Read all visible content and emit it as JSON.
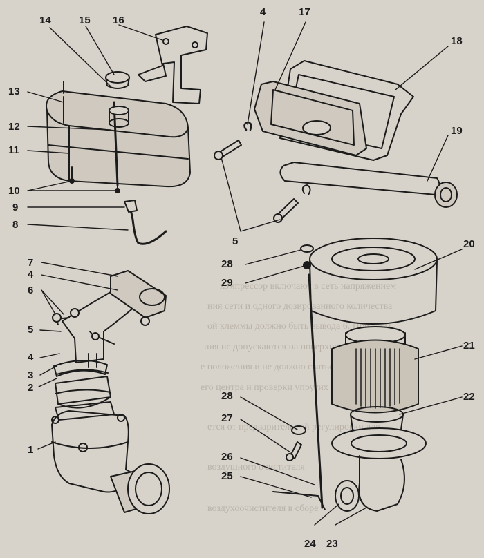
{
  "labels": [
    "1",
    "2",
    "3",
    "4",
    "5",
    "6",
    "7",
    "8",
    "9",
    "10",
    "11",
    "12",
    "13",
    "14",
    "15",
    "16",
    "17",
    "18",
    "19",
    "20",
    "21",
    "22",
    "23",
    "24",
    "25",
    "26",
    "27",
    "28",
    "29"
  ],
  "bleed_through": [
    "компрессор включают в сеть напряжением",
    "ния сети и одного дозированного количества",
    "ой клеммы должно быть вывода 6. При этом",
    "ния не допускаются на поверхности изоляции",
    "е положения и не должно сваться в течение",
    "его центра и проверки упругих элементов",
    "ется от предварительной регулировки для",
    "воздушного очистителя",
    "воздухоочистителя в сборе"
  ],
  "colors": {
    "paper": "#d8d3ca",
    "ink": "#1c1c1c",
    "ghost": "#b9b3aa"
  }
}
